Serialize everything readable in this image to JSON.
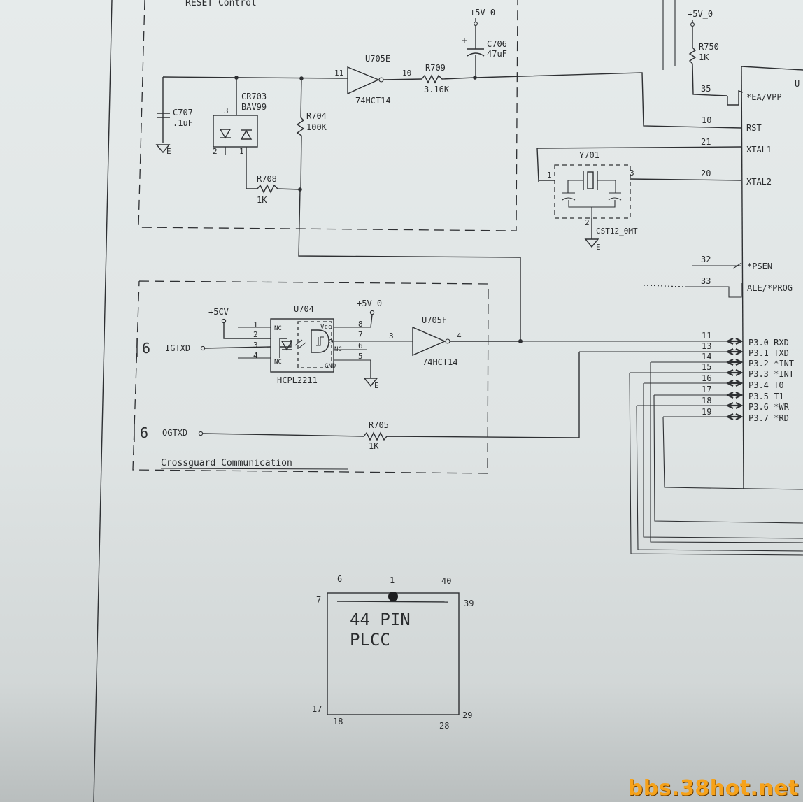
{
  "sections": {
    "reset": "RESET Control",
    "crossguard": "Crossguard Communication"
  },
  "power": {
    "vcc_top": "+5V_0",
    "vcc_r750": "+5V_0",
    "vcc_u704": "+5V_0",
    "vcc_5cv": "+5CV"
  },
  "parts": {
    "c706": {
      "ref": "C706",
      "value": "47uF"
    },
    "c707": {
      "ref": "C707",
      "value": ".1uF"
    },
    "cr703": {
      "ref": "CR703",
      "value": "BAV99",
      "pins": [
        "3",
        "2",
        "1"
      ]
    },
    "r704": {
      "ref": "R704",
      "value": "100K"
    },
    "r708": {
      "ref": "R708",
      "value": "1K"
    },
    "r709": {
      "ref": "R709",
      "value": "3.16K"
    },
    "r750": {
      "ref": "R750",
      "value": "1K"
    },
    "r705": {
      "ref": "R705",
      "value": "1K"
    },
    "u705e": {
      "ref": "U705E",
      "value": "74HCT14",
      "pin_in": "11",
      "pin_out": "10"
    },
    "u705f": {
      "ref": "U705F",
      "value": "74HCT14",
      "pin_in": "3",
      "pin_out": "4"
    },
    "y701": {
      "ref": "Y701",
      "value": "CST12_0MT",
      "pins": [
        "1",
        "3",
        "2"
      ]
    },
    "u704": {
      "ref": "U704",
      "value": "HCPL2211",
      "left_pins": [
        "1",
        "2",
        "3",
        "4"
      ],
      "right_pins": [
        "8",
        "7",
        "6",
        "5"
      ],
      "nc": "NC",
      "vcc": "Vcc",
      "gnd": "GND"
    }
  },
  "ground_label": "E",
  "mcu": {
    "ref_partial": "U",
    "pins": [
      {
        "num": "35",
        "name": "*EA/VPP"
      },
      {
        "num": "10",
        "name": "RST"
      },
      {
        "num": "21",
        "name": "XTAL1"
      },
      {
        "num": "20",
        "name": "XTAL2"
      },
      {
        "num": "32",
        "name": "*PSEN"
      },
      {
        "num": "33",
        "name": "ALE/*PROG"
      },
      {
        "num": "11",
        "name": "P3.0 RXD"
      },
      {
        "num": "13",
        "name": "P3.1 TXD"
      },
      {
        "num": "14",
        "name": "P3.2 *INT"
      },
      {
        "num": "15",
        "name": "P3.3 *INT"
      },
      {
        "num": "16",
        "name": "P3.4 T0"
      },
      {
        "num": "17",
        "name": "P3.5 T1"
      },
      {
        "num": "18",
        "name": "P3.6 *WR"
      },
      {
        "num": "19",
        "name": "P3.7 *RD"
      }
    ]
  },
  "connectors": {
    "igtxd": {
      "sheet": "6",
      "name": "IGTXD"
    },
    "ogtxd": {
      "sheet": "6",
      "name": "OGTXD"
    }
  },
  "plcc": {
    "line1": "44 PIN",
    "line2": "PLCC",
    "corners": {
      "c6": "6",
      "c1": "1",
      "c40": "40",
      "c7": "7",
      "c39": "39",
      "c17": "17",
      "c18": "18",
      "c28": "28",
      "c29": "29"
    }
  },
  "watermark": "bbs.38hot.net"
}
